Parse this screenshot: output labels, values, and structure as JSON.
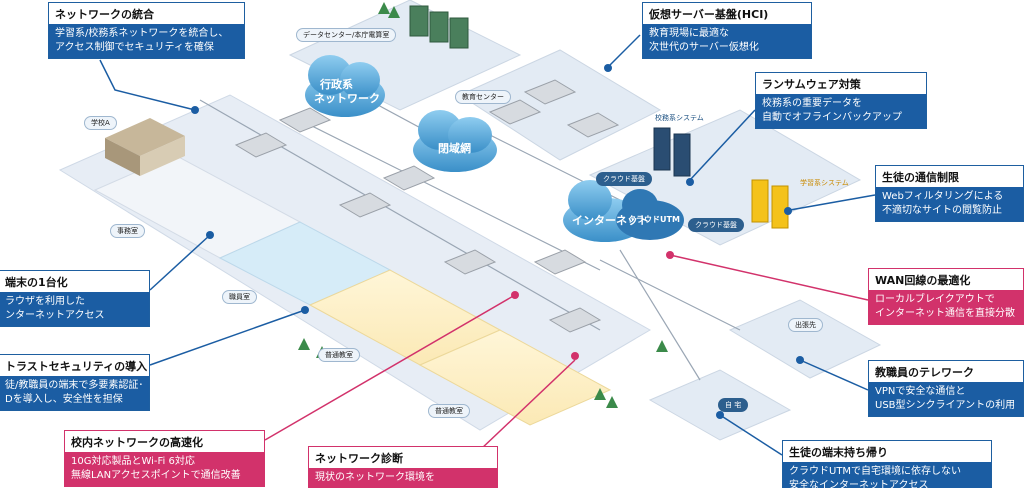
{
  "callouts": {
    "network_integration": {
      "title": "ネットワークの統合",
      "body": "学習系/校務系ネットワークを統合し、\nアクセス制御でセキュリティを確保"
    },
    "hci": {
      "title": "仮想サーバー基盤(HCI)",
      "body": "教育現場に最適な\n次世代のサーバー仮想化"
    },
    "ransomware": {
      "title": "ランサムウェア対策",
      "body": "校務系の重要データを\n自動でオフラインバックアップ"
    },
    "student_limit": {
      "title": "生徒の通信制限",
      "body": "Webフィルタリングによる\n不適切なサイトの閲覧防止"
    },
    "wan": {
      "title": "WAN回線の最適化",
      "body": "ローカルブレイクアウトで\nインターネット通信を直接分散"
    },
    "telework": {
      "title": "教職員のテレワーク",
      "body": "VPNで安全な通信と\nUSB型シンクライアントの利用"
    },
    "take_home": {
      "title": "生徒の端末持ち帰り",
      "body": "クラウドUTMで自宅環境に依存しない\n安全なインターネットアクセス"
    },
    "device_unify": {
      "title": "端末の1台化",
      "body": "ラウザを利用した\nンターネットアクセス"
    },
    "zero_trust": {
      "title": "トラストセキュリティの導入",
      "body": "徒/教職員の端末で多要素認証･\nDを導入し、安全性を担保"
    },
    "lan_speed": {
      "title": "校内ネットワークの高速化",
      "body": "10G対応製品とWi-Fi 6対応\n無線LANアクセスポイントで通信改善"
    },
    "diagnosis": {
      "title": "ネットワーク診断",
      "body": "現状のネットワーク環境を"
    }
  },
  "clouds": {
    "admin_network": "行政系\nネットワーク",
    "closed_network": "閉域網",
    "internet": "インターネット",
    "cloud_utm": "クラウドUTM"
  },
  "labels": {
    "datacenter": "データセンター/本庁電算室",
    "edu_center": "教育センター",
    "school_a": "学校A",
    "office": "事務室",
    "staff_room": "職員室",
    "classroom_1": "普通教室",
    "classroom_2": "普通教室",
    "admin_system": "校務系システム",
    "cloud_base_1": "クラウド基盤",
    "cloud_base_2": "クラウド基盤",
    "learning_system": "学習系システム",
    "business_trip": "出張先",
    "home": "自 宅"
  },
  "colors": {
    "blue": "#1b5da3",
    "pink": "#d2326b",
    "platform": "#dde6f1",
    "cloud": "#5aa7d6"
  }
}
